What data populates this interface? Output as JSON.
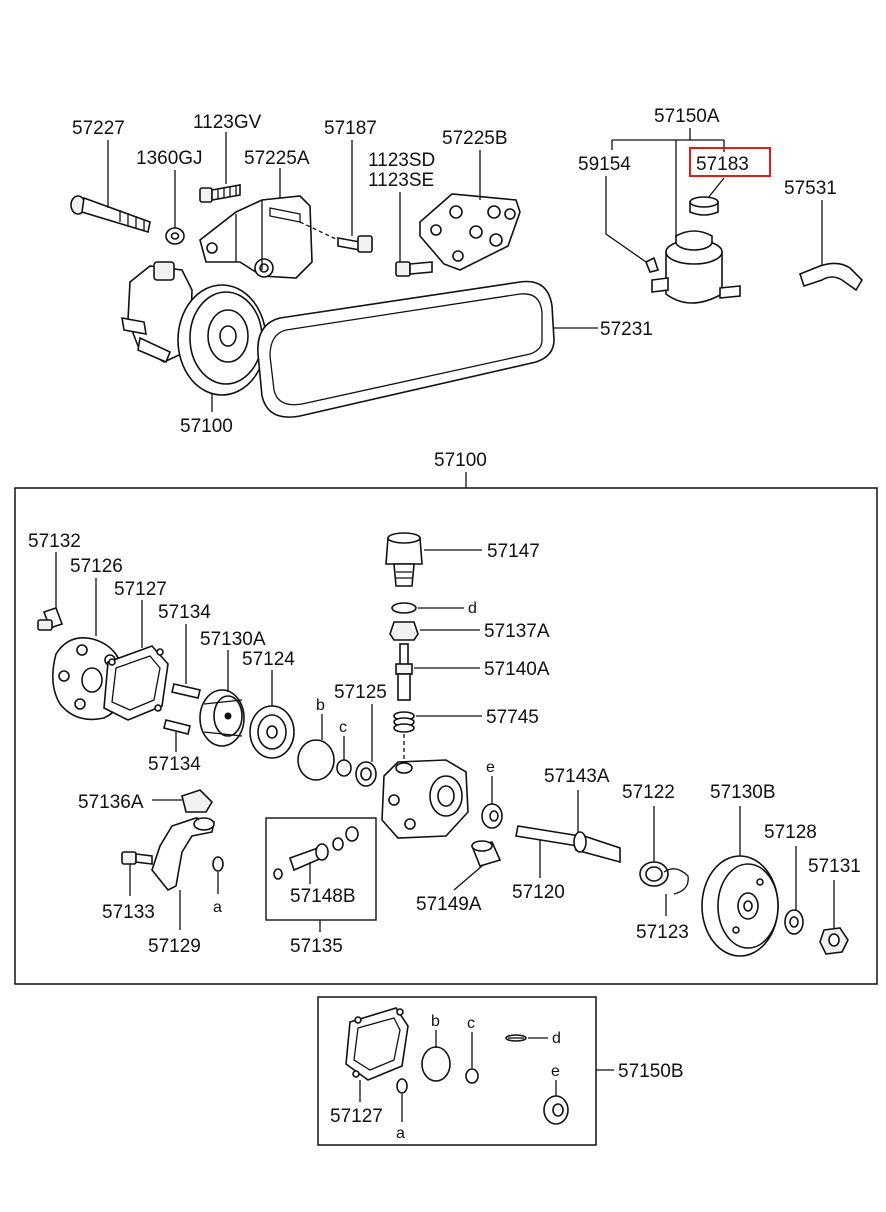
{
  "top": {
    "p57227": "57227",
    "p1123GV": "1123GV",
    "p57187": "57187",
    "p1360GJ": "1360GJ",
    "p57225A": "57225A",
    "p1123SD": "1123SD",
    "p1123SE": "1123SE",
    "p57225B": "57225B",
    "p57150A": "57150A",
    "p59154": "59154",
    "p57183": "57183",
    "p57531": "57531",
    "p57231": "57231",
    "p57100": "57100"
  },
  "assembly": {
    "title": "57100",
    "p57132": "57132",
    "p57126": "57126",
    "p57127": "57127",
    "p57134a": "57134",
    "p57130A": "57130A",
    "p57124": "57124",
    "p57125": "57125",
    "b": "b",
    "c": "c",
    "p57147": "57147",
    "d": "d",
    "p57137A": "57137A",
    "p57140A": "57140A",
    "p57745": "57745",
    "p57134b": "57134",
    "p57136A": "57136A",
    "p57133": "57133",
    "p57129": "57129",
    "a": "a",
    "p57148B": "57148B",
    "p57135": "57135",
    "e": "e",
    "p57149A": "57149A",
    "p57143A": "57143A",
    "p57120": "57120",
    "p57122": "57122",
    "p57123": "57123",
    "p57130B": "57130B",
    "p57128": "57128",
    "p57131": "57131"
  },
  "kit": {
    "p57127": "57127",
    "a": "a",
    "b": "b",
    "c": "c",
    "d": "d",
    "e": "e",
    "p57150B": "57150B"
  }
}
